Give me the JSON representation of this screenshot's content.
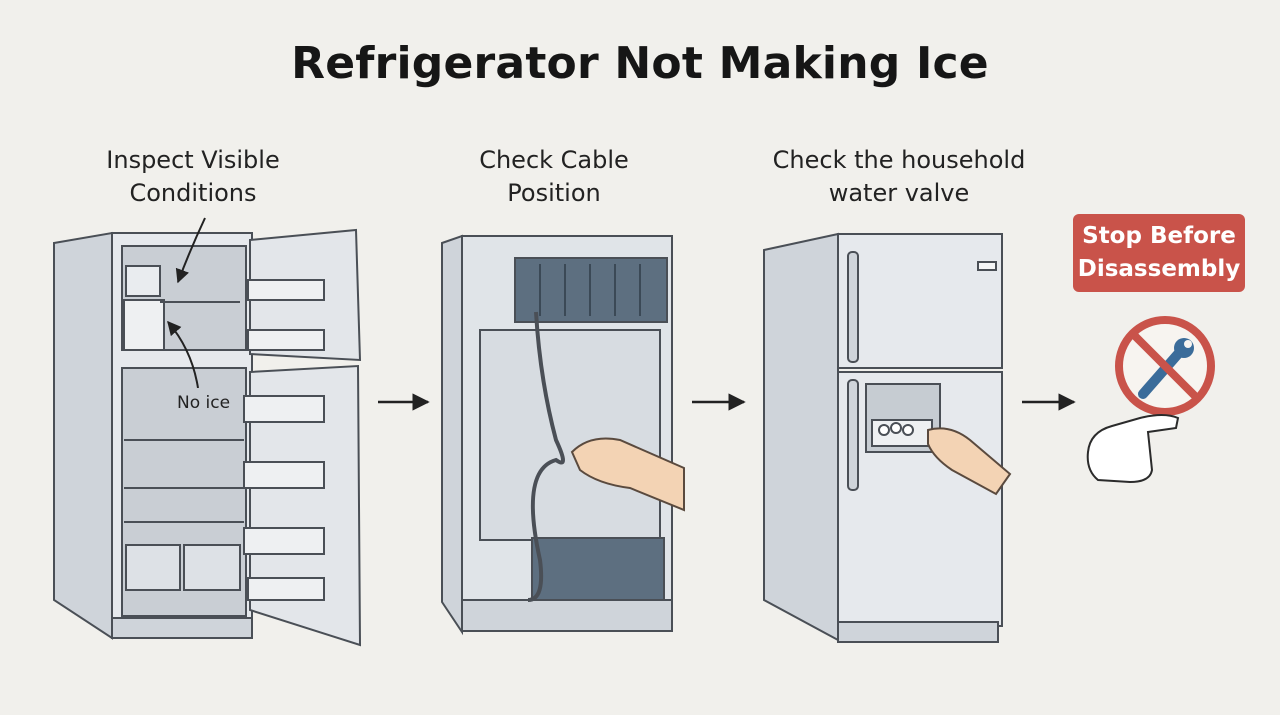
{
  "title": "Refrigerator Not Making Ice",
  "steps": [
    {
      "label": "Inspect Visible\nConditions",
      "icon": "open-fridge-icon"
    },
    {
      "label": "Check Cable\nPosition",
      "icon": "fridge-back-icon"
    },
    {
      "label": "Check the household\nwater valve",
      "icon": "fridge-dispenser-icon"
    }
  ],
  "callouts": {
    "no_ice": "No ice"
  },
  "warning": {
    "label": "Stop Before\nDisassembly",
    "color": "#c9534a",
    "icon": "no-wrench-icon"
  },
  "colors": {
    "background": "#f1f0ec",
    "appliance": "#dfe3e8",
    "outline": "#4a4f56",
    "warning": "#c9534a"
  }
}
